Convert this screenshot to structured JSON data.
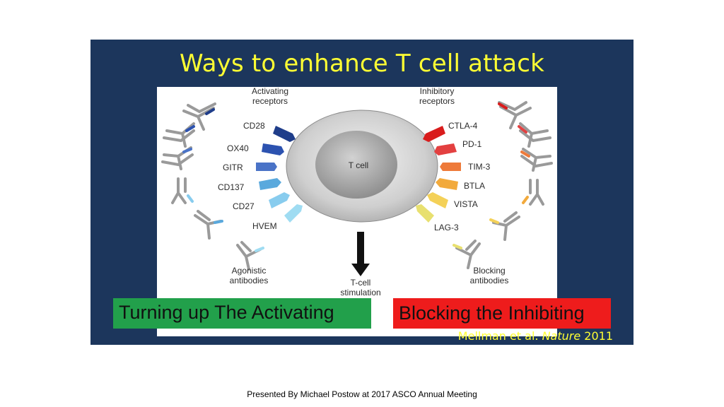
{
  "slide": {
    "title": "Ways to enhance T cell attack",
    "diagram": {
      "left_header": [
        "Activating",
        "receptors"
      ],
      "right_header": [
        "Inhibitory",
        "receptors"
      ],
      "center_label": "T cell",
      "activating_receptors": [
        "CD28",
        "OX40",
        "GITR",
        "CD137",
        "CD27",
        "HVEM"
      ],
      "inhibitory_receptors": [
        "CTLA-4",
        "PD-1",
        "TIM-3",
        "BTLA",
        "VISTA",
        "LAG-3"
      ],
      "arrow_label": [
        "T-cell",
        "stimulation"
      ],
      "left_footer": [
        "Agonistic",
        "antibodies"
      ],
      "right_footer": [
        "Blocking",
        "antibodies"
      ],
      "colors": {
        "activating": [
          "#1f3d8a",
          "#2c52b0",
          "#4a73c7",
          "#5aa9dd",
          "#88ccee",
          "#9fdcf2"
        ],
        "inhibitory": [
          "#d91c1c",
          "#e34040",
          "#ee7a3a",
          "#f2aa3c",
          "#f4d158",
          "#e8e070"
        ]
      }
    },
    "activating_box": "Turning up The Activating",
    "inhibiting_box": "Blocking the Inhibiting",
    "citation_prefix": "Mellman et al. ",
    "citation_journal": "Nature",
    "citation_year": " 2011"
  },
  "footer": "Presented By Michael Postow at 2017 ASCO Annual Meeting"
}
